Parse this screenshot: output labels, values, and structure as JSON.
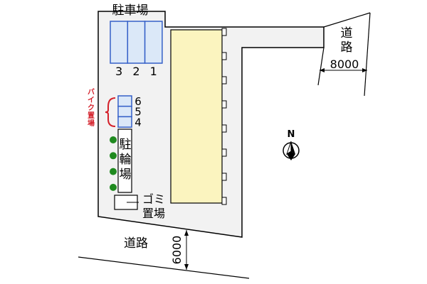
{
  "labels": {
    "parking": "駐車場",
    "bike_parking": "バイク置場",
    "bicycle_parking": "駐輪場",
    "garbage_line1": "ゴミ",
    "garbage_line2": "置場",
    "road_right": "道路",
    "road_bottom": "道路",
    "north": "N"
  },
  "dimensions": {
    "right_road_width": "8000",
    "bottom_road_width": "6000"
  },
  "parking_spaces": [
    "3",
    "2",
    "1"
  ],
  "bike_spaces": [
    "6",
    "5",
    "4"
  ],
  "colors": {
    "site": "#f2f2f2",
    "building": "#fbf4bf",
    "parking": "#dbe8f8",
    "parking_border": "#3560c8",
    "tree": "#1f8a1f",
    "bracket": "#d4202a"
  },
  "tree_count": 4,
  "building_balconies": 8
}
